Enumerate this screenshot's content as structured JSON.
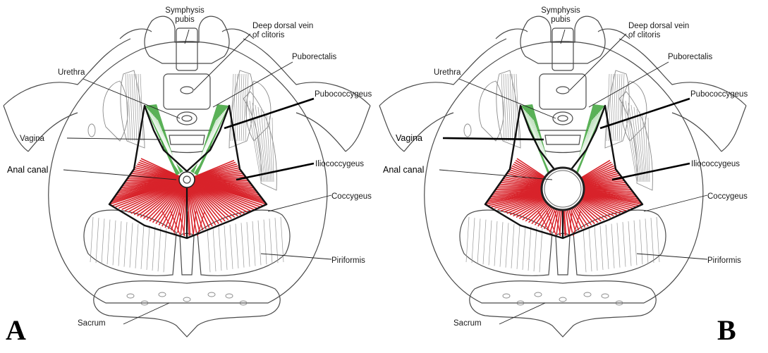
{
  "panels": [
    {
      "letter": "A",
      "labels": {
        "symphysis": "Symphysis\npubis",
        "deep_vein": "Deep dorsal vein\nof clitoris",
        "urethra": "Urethra",
        "puborectalis": "Puborectalis",
        "pubococcygeus": "Pubococcygeus",
        "vagina": "Vagina",
        "anal_canal": "Anal canal",
        "iliococcygeus": "Iliococcygeus",
        "coccygeus": "Coccygeus",
        "piriformis": "Piriformis",
        "sacrum": "Sacrum"
      }
    },
    {
      "letter": "B",
      "labels": {
        "symphysis": "Symphysis\npubis",
        "deep_vein": "Deep dorsal vein\nof clitoris",
        "urethra": "Urethra",
        "puborectalis": "Puborectalis",
        "pubococcygeus": "Pubococcygeus",
        "vagina": "Vagina",
        "anal_canal": "Anal canal",
        "iliococcygeus": "Iliococcygeus",
        "coccygeus": "Coccygeus",
        "piriformis": "Piriformis",
        "sacrum": "Sacrum"
      }
    }
  ],
  "colors": {
    "green_muscle": "#3da33a",
    "red_fibers": "#d8232a",
    "outline": "#111111",
    "tissue": "#e9e9e9"
  }
}
